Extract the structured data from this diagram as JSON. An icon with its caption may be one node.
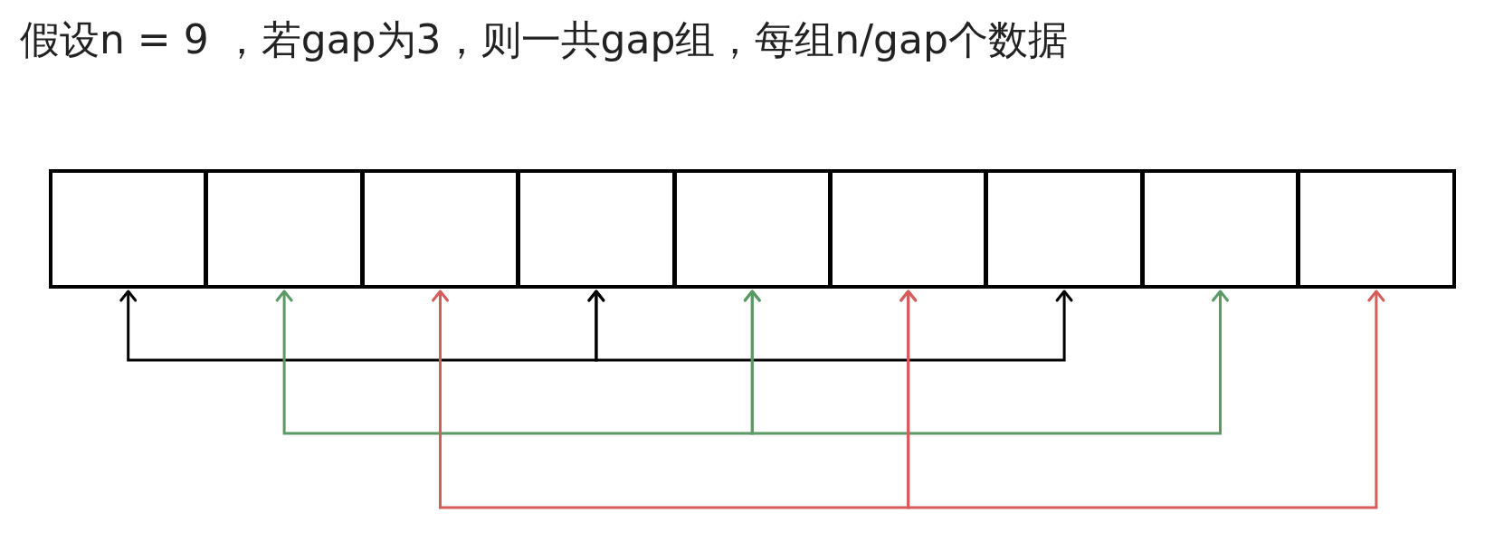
{
  "diagram": {
    "title": "假设n = 9 ，若gap为3，则一共gap组，每组n/gap个数据",
    "nodes": [
      {
        "text": [],
        "shape": "box"
      },
      {
        "text": [],
        "shape": "box"
      },
      {
        "text": [],
        "shape": "box"
      },
      {
        "text": [],
        "shape": "box"
      },
      {
        "text": [],
        "shape": "box"
      },
      {
        "text": [],
        "shape": "box"
      },
      {
        "text": [],
        "shape": "box"
      },
      {
        "text": [],
        "shape": "box"
      },
      {
        "text": [],
        "shape": "box"
      }
    ],
    "edges": [
      {
        "from": 0,
        "to": 3,
        "arrow": "both"
      },
      {
        "from": 3,
        "to": 6,
        "arrow": "both"
      },
      {
        "from": 1,
        "to": 4,
        "arrow": "both",
        "color": "#5a9a64"
      },
      {
        "from": 4,
        "to": 7,
        "arrow": "both",
        "color": "#5a9a64"
      },
      {
        "from": 2,
        "to": 5,
        "arrow": "both",
        "color": "#d65c5a"
      },
      {
        "from": 5,
        "to": 8,
        "arrow": "both",
        "color": "#d65c5a"
      }
    ]
  }
}
